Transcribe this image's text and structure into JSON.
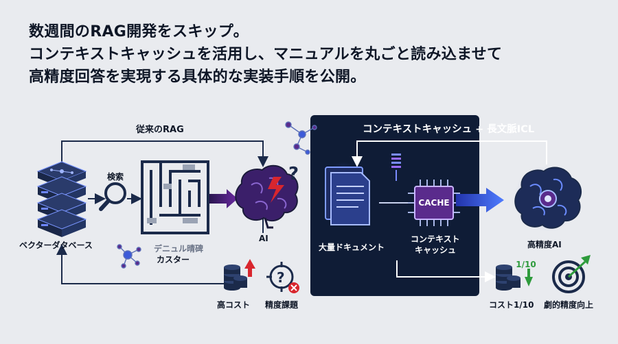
{
  "headline": {
    "line1": "数週間のRAG開発をスキップ。",
    "line2": "コンテキストキャッシュを活用し、マニュアルを丸ごと読み込ませて",
    "line3": "高精度回答を実現する具体的な実装手順を公開。"
  },
  "left_flow": {
    "title": "従来のRAG",
    "search_label": "検索",
    "vector_db_label": "ベクターダタベース",
    "manual_label_line1": "デニュル晴碑",
    "manual_label_line2": "カスター",
    "ai_label": "AI",
    "high_cost_label": "高コスト",
    "accuracy_issue_label": "精度課題"
  },
  "right_flow": {
    "title": "コンテキストキャッシュ + 長文脈ICL",
    "documents_label": "大量ドキュメント",
    "cache_chip_text": "CACHE",
    "cache_label_line1": "コンテキスト",
    "cache_label_line2": "キャッシュ",
    "high_accuracy_ai_label": "高精度AI",
    "cost_ratio_badge": "1/10",
    "cost_label": "コスト1/10",
    "accuracy_gain_label": "劇的精度向上"
  },
  "colors": {
    "background": "#e9ebef",
    "panel": "#0f1c36",
    "navy": "#1b2a4a",
    "purple": "#5a2b8c",
    "glow": "#6b8cff",
    "alert_red": "#d8262e",
    "success_green": "#2e9b3c"
  }
}
